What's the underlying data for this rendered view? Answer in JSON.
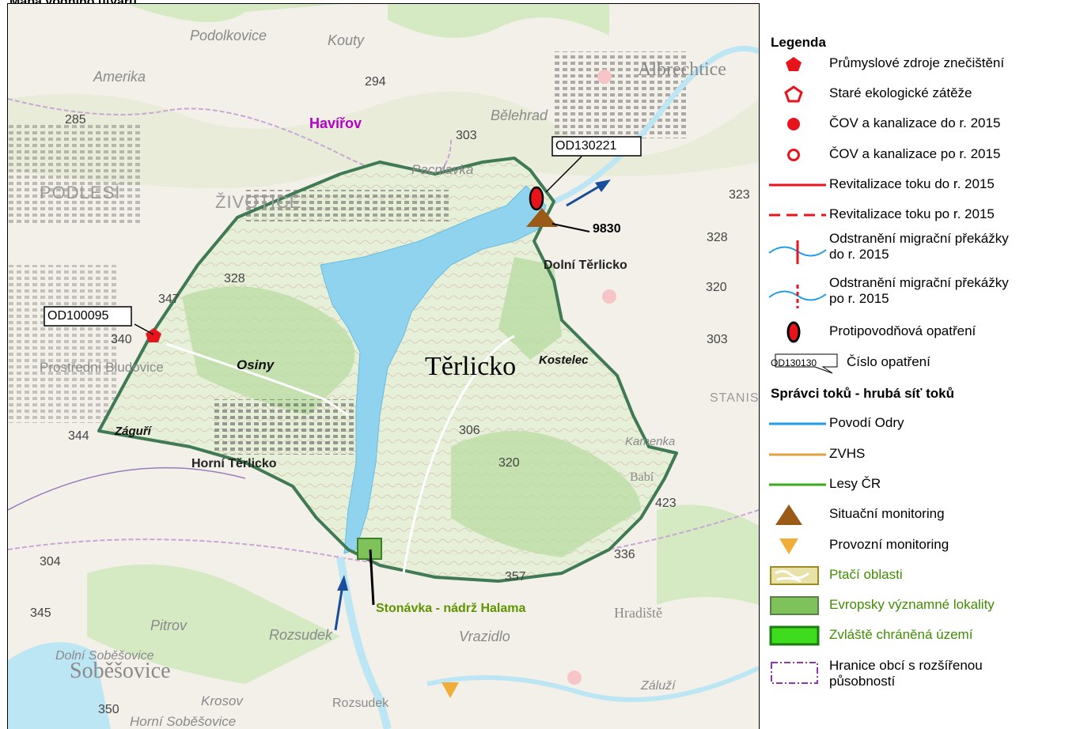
{
  "page_title": "Mapa vodního útvaru",
  "map": {
    "labels": {
      "havirov": "Havířov",
      "tourist_terlicko": "Těrlicko",
      "reservoir": "Stonávka - nádrž Halama",
      "station": "9830",
      "measure_1": "OD130221",
      "measure_2": "OD100095",
      "places": [
        {
          "text": "Podolkovice",
          "cls": "italic"
        },
        {
          "text": "Kouty",
          "cls": "italic"
        },
        {
          "text": "Amerika",
          "cls": "italic"
        },
        {
          "text": "Bělehrad",
          "cls": "italic"
        },
        {
          "text": "PODLESÍ",
          "cls": "caps"
        },
        {
          "text": "ŽIVOTICE",
          "cls": "caps"
        },
        {
          "text": "Pacnlavka",
          "cls": "italic"
        },
        {
          "text": "Albrechtice",
          "cls": "serif"
        },
        {
          "text": "Dolní Těrlicko",
          "cls": "bold"
        },
        {
          "text": "Osiny",
          "cls": "bolditalic"
        },
        {
          "text": "Kostelec",
          "cls": "bolditalic"
        },
        {
          "text": "Prostřední Bludovice",
          "cls": "plain"
        },
        {
          "text": "Záguří",
          "cls": "bolditalic"
        },
        {
          "text": "Horní Těrlicko",
          "cls": "bold"
        },
        {
          "text": "Kamenka",
          "cls": "italic"
        },
        {
          "text": "Babí",
          "cls": "serif"
        },
        {
          "text": "Pitrov",
          "cls": "italic"
        },
        {
          "text": "Rozsudek",
          "cls": "italic"
        },
        {
          "text": "Vrazidlo",
          "cls": "italic"
        },
        {
          "text": "Hradiště",
          "cls": "serif"
        },
        {
          "text": "Dolní Soběšovice",
          "cls": "italic"
        },
        {
          "text": "Soběšovice",
          "cls": "serif"
        },
        {
          "text": "Krosov",
          "cls": "italic"
        },
        {
          "text": "Horní Soběšovice",
          "cls": "italic"
        },
        {
          "text": "Rozsudek",
          "cls": "plain"
        },
        {
          "text": "Záluží",
          "cls": "italic"
        },
        {
          "text": "STANIS",
          "cls": "caps"
        }
      ],
      "elevations": [
        "294",
        "303",
        "285",
        "328",
        "323",
        "328",
        "320",
        "303",
        "347",
        "340",
        "344",
        "306",
        "320",
        "423",
        "336",
        "357",
        "304",
        "345",
        "350"
      ]
    }
  },
  "legend": {
    "title": "Legenda",
    "items": [
      {
        "key": "industry",
        "label": "Průmyslové zdroje znečištění"
      },
      {
        "key": "old_burden",
        "label": "Staré ekologické zátěže"
      },
      {
        "key": "wwtp_before",
        "label": "ČOV a kanalizace do r. 2015"
      },
      {
        "key": "wwtp_after",
        "label": "ČOV a kanalizace po r. 2015"
      },
      {
        "key": "revit_before",
        "label": "Revitalizace toku do r. 2015"
      },
      {
        "key": "revit_after",
        "label": "Revitalizace toku po r. 2015"
      },
      {
        "key": "migr_before",
        "label": "Odstranění migrační překážky",
        "label2": "do r. 2015"
      },
      {
        "key": "migr_after",
        "label": "Odstranění migrační překážky",
        "label2": "po r. 2015"
      },
      {
        "key": "flood",
        "label": "Protipovodňová opatření"
      },
      {
        "key": "measure_no",
        "label": "Číslo opatření",
        "sample": "OD130130"
      }
    ],
    "subtitle": "Správci toků - hrubá síť toků",
    "items2": [
      {
        "key": "odra",
        "label": "Povodí Odry",
        "color": "#1f9ee8"
      },
      {
        "key": "zvhs",
        "label": "ZVHS",
        "color": "#e0a040"
      },
      {
        "key": "lesy",
        "label": "Lesy ČR",
        "color": "#3aaa1e"
      },
      {
        "key": "sit_mon",
        "label": "Situační monitoring"
      },
      {
        "key": "prov_mon",
        "label": "Provozní monitoring"
      },
      {
        "key": "bird",
        "label": "Ptačí oblasti",
        "green": true
      },
      {
        "key": "evl",
        "label": "Evropsky významné lokality",
        "green": true
      },
      {
        "key": "zchu",
        "label": "Zvláště chráněná území",
        "green": true
      },
      {
        "key": "orp",
        "label": "Hranice obcí s rozšířenou",
        "label2": "působností"
      }
    ],
    "colors": {
      "pollution_red": "#e8141c",
      "water": "#8fd3ef",
      "boundary": "#3f7a55",
      "arrow": "#1a4e9c",
      "monitor_brown": "#9b5b16",
      "monitor_orange": "#f1ad3a",
      "havirov_purple": "#b400c8",
      "reservoir_green": "#5e9400"
    }
  }
}
